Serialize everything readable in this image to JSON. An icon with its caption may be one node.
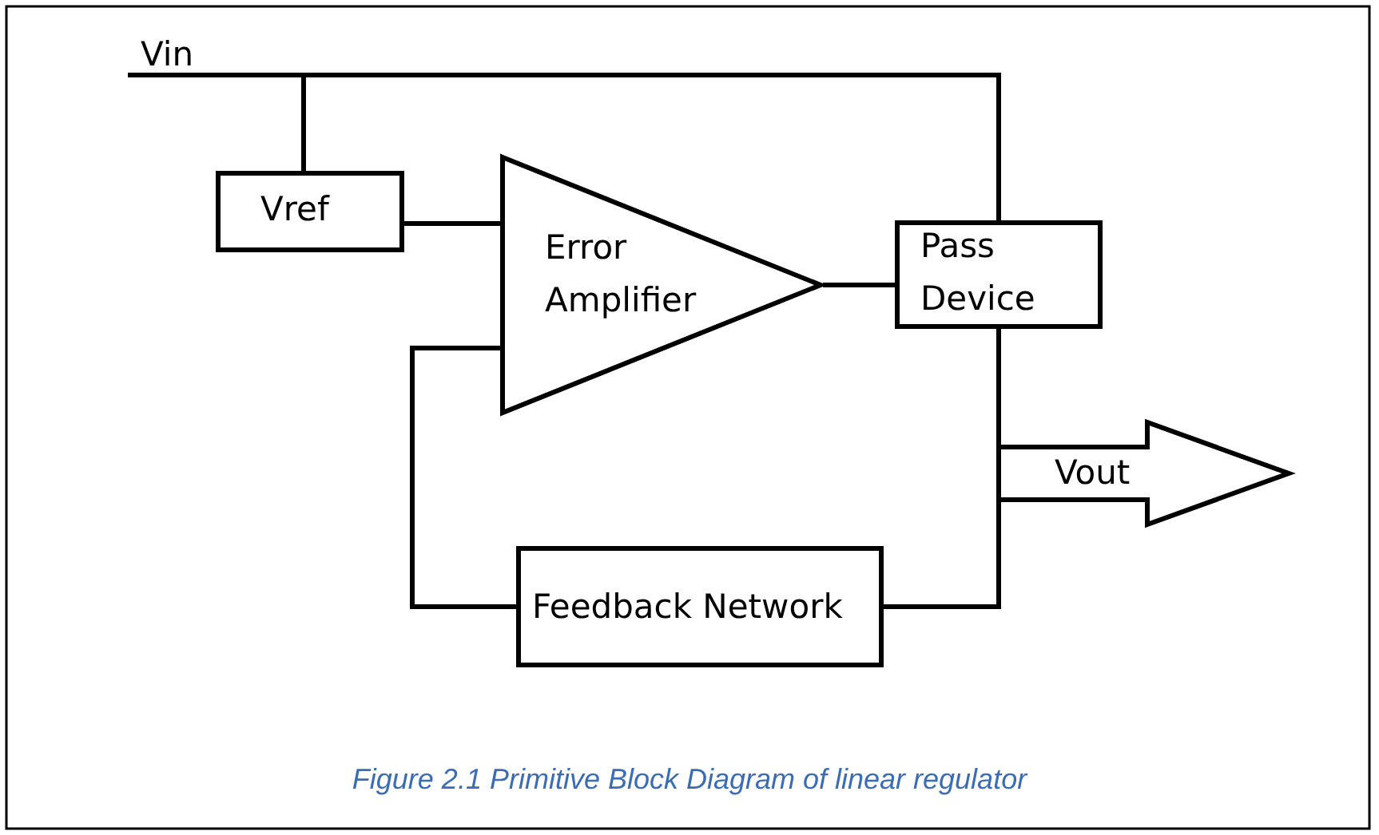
{
  "diagram": {
    "caption": "Figure 2.1 Primitive Block Diagram of linear regulator",
    "nodes": [
      {
        "text": [
          "Vin"
        ]
      },
      {
        "text": [
          "Vref"
        ]
      },
      {
        "text": [
          "Error Amplifier"
        ]
      },
      {
        "text": [
          "Pass Device"
        ]
      },
      {
        "text": [
          "Vout"
        ]
      },
      {
        "text": [
          "Feedback Network"
        ]
      }
    ],
    "edges": [
      {
        "from": 0,
        "to": 1,
        "arrow": "none"
      },
      {
        "from": 0,
        "to": 3,
        "arrow": "none"
      },
      {
        "from": 1,
        "to": 2,
        "arrow": "none"
      },
      {
        "from": 2,
        "to": 3,
        "arrow": "none"
      },
      {
        "from": 3,
        "to": 5,
        "arrow": "none"
      },
      {
        "from": 5,
        "to": 2,
        "arrow": "none"
      },
      {
        "from": 3,
        "to": 4,
        "arrow": "none"
      }
    ]
  }
}
